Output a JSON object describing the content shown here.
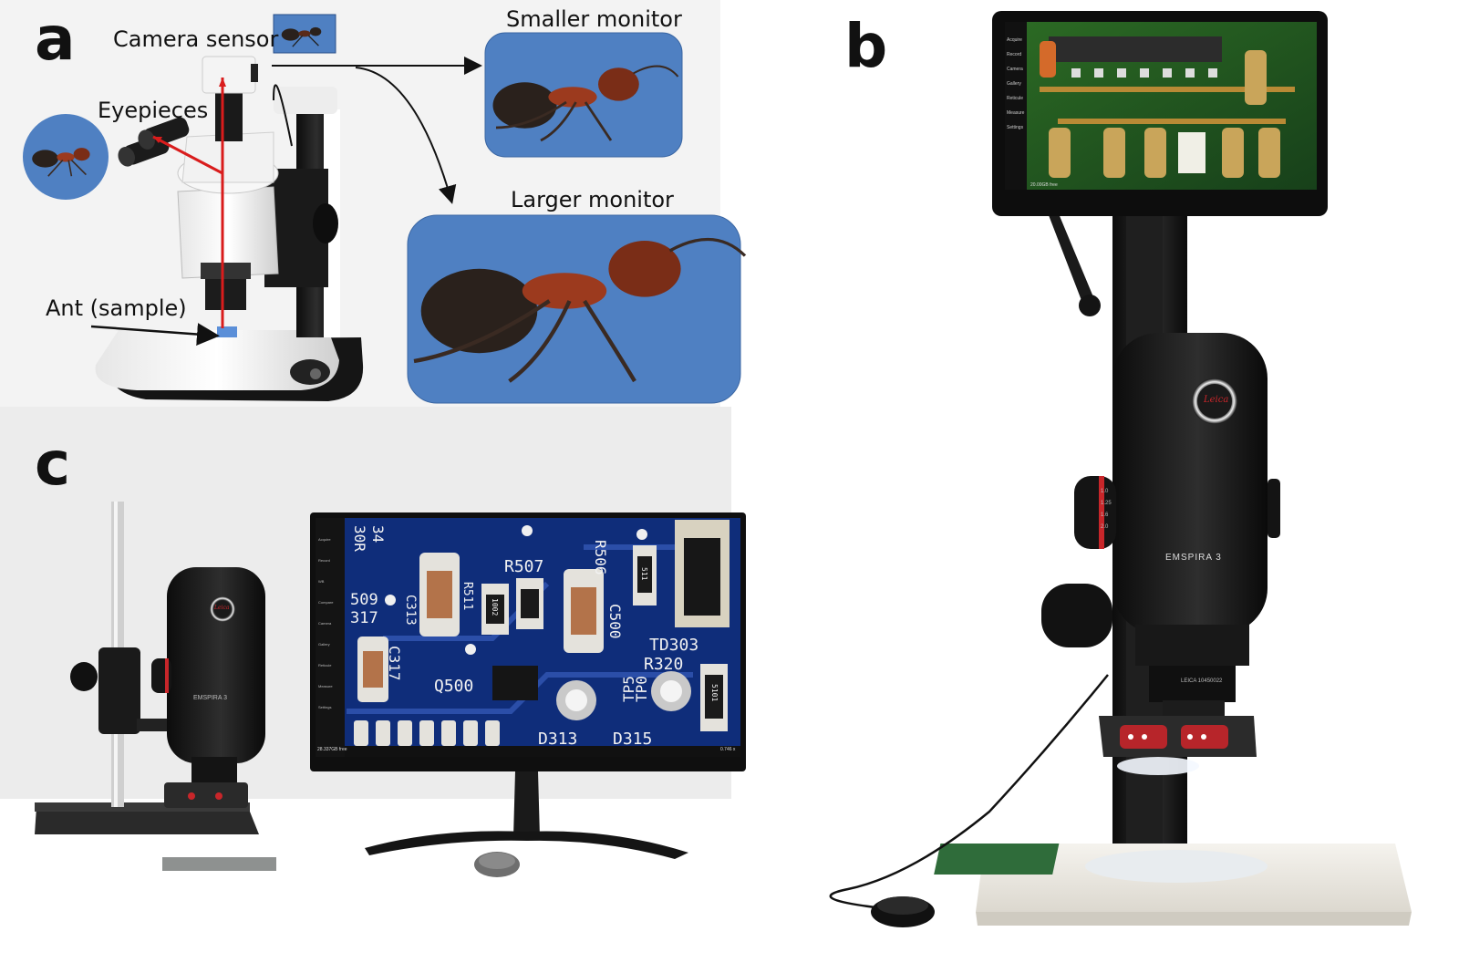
{
  "panels": {
    "a": {
      "letter": "a",
      "labels": {
        "camera_sensor": "Camera sensor",
        "eyepieces": "Eyepieces",
        "sample": "Ant (sample)",
        "smaller_monitor": "Smaller monitor",
        "larger_monitor": "Larger monitor"
      }
    },
    "b": {
      "letter": "b",
      "brand": "Leica",
      "model": "EMSPIRA 3",
      "lens_label": "LEICA 10450022",
      "zoom_scale": [
        "1.0",
        "1.25",
        "1.6",
        "2.0"
      ],
      "screen_sidebar": [
        "Acquire",
        "Record",
        "Camera",
        "Gallery",
        "Reticule",
        "Measure",
        "Settings"
      ],
      "screen_status": "20.00GB free"
    },
    "c": {
      "letter": "c",
      "brand": "Leica",
      "model": "EMSPIRA 3",
      "screen_sidebar": [
        "Acquire",
        "Record",
        "WB",
        "Compare",
        "Camera",
        "Gallery",
        "Reticule",
        "Measure",
        "Settings"
      ],
      "screen_status_left": "28.337GB free",
      "screen_status_right": "0.746 x",
      "pcb_labels": [
        "R507",
        "R506",
        "C500",
        "R511",
        "C313",
        "C317",
        "509",
        "317",
        "TD303",
        "R320",
        "Q500",
        "TP0",
        "TP5",
        "D313",
        "D315",
        "34",
        "30R",
        "511",
        "1002",
        "5101"
      ]
    }
  },
  "colors": {
    "ray": "#d91c1c",
    "monitor_bg": "#4f80c2",
    "pcb_green": "#1f5a1e",
    "pcb_blue": "#0f2d7a",
    "ant_body": "#2a211c",
    "ant_red": "#9c3a1e"
  }
}
